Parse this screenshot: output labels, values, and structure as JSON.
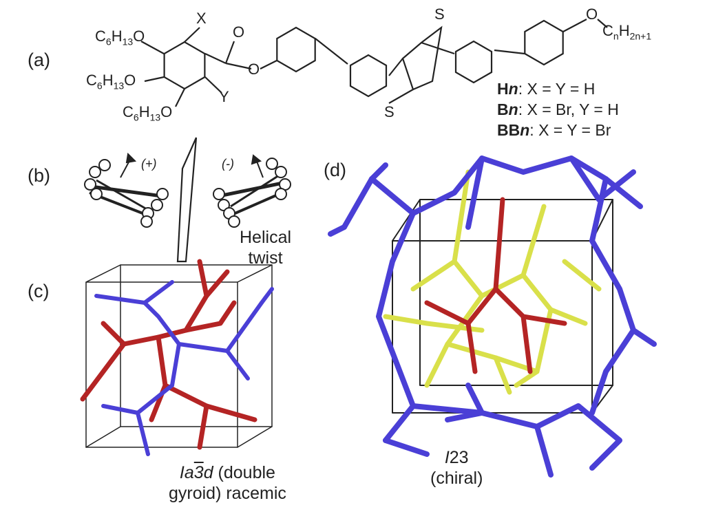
{
  "panels": {
    "a": "(a)",
    "b": "(b)",
    "c": "(c)",
    "d": "(d)"
  },
  "molecule": {
    "substituent_x": "X",
    "substituent_y": "Y",
    "alkoxy_c": "C",
    "alkoxy_c_sub": "6",
    "alkoxy_h": "H",
    "alkoxy_h_sub": "13",
    "alkoxy_o": "O",
    "carbonyl_o": "O",
    "ester_o": "O",
    "sulfur_top": "S",
    "sulfur_bottom": "S",
    "tail_o": "O",
    "tail_c": "C",
    "tail_c_sub": "n",
    "tail_h": "H",
    "tail_h_sub": "2n+1"
  },
  "compounds": [
    {
      "name": "H",
      "n": "n",
      "def": ": X = Y = H"
    },
    {
      "name": "B",
      "n": "n",
      "def": ": X = Br, Y = H"
    },
    {
      "name": "BB",
      "n": "n",
      "def": ": X = Y = Br"
    }
  ],
  "twist": {
    "plus": "(+)",
    "minus": "(-)",
    "label_line1": "Helical",
    "label_line2": "twist"
  },
  "gyroid": {
    "sg_I": "Ia",
    "sg_bar": "3",
    "sg_d": "d",
    "rest": " (double",
    "line2": "gyroid) racemic"
  },
  "i23": {
    "line1_italic": "I",
    "line1_rest": "23",
    "line2": "(chiral)"
  },
  "colors": {
    "blue": "#4a3fd6",
    "red": "#b42424",
    "yellow": "#d9e04a",
    "ink": "#222222"
  }
}
